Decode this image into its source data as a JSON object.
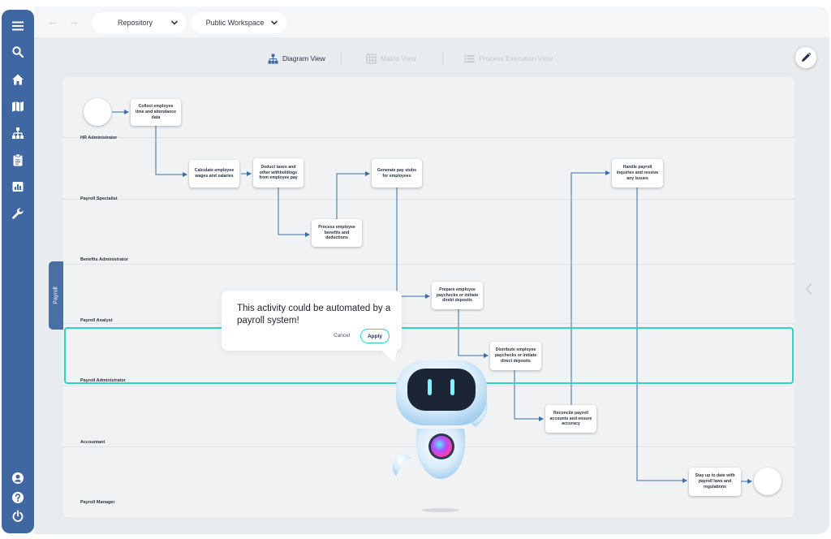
{
  "topbar": {
    "repository_label": "Repository",
    "workspace_label": "Public Workspace"
  },
  "views": {
    "diagram": "Diagram View",
    "matrix": "Matrix View",
    "process": "Process Execution View"
  },
  "group_tab": "Payroll",
  "lanes": [
    "HR Administrator",
    "Payroll Specialist",
    "Benefits Administrator",
    "Payroll Analyst",
    "Payroll Administrator",
    "Accountant",
    "Payroll Manager"
  ],
  "tasks": [
    "Collect employee time and attendance data",
    "Calculate employee wages and salaries",
    "Deduct taxes and other withholdings from employee pay",
    "Process employee benefits and deductions",
    "Generate pay stubs for employees",
    "Prepare employee paychecks or initiate direkt deposits",
    "Distribute employee paychecks or initiate direct deposits",
    "Reconcile payroll accounts and ensure accuracy",
    "Handle payroll inquiries and ressive any issues",
    "Stay up to date with payroll laws and regulations"
  ],
  "suggestion": {
    "message": "This activity could be automated by a payroll system!",
    "cancel": "Cancel",
    "apply": "Apply"
  },
  "colors": {
    "sidebar": "#3f67a1",
    "accent": "#2fd3c4",
    "flow": "#3a6ea5"
  },
  "icons": {
    "sidebar": [
      "menu-icon",
      "search-icon",
      "home-icon",
      "map-icon",
      "hierarchy-icon",
      "clipboard-icon",
      "report-icon",
      "wrench-icon",
      "user-icon",
      "help-icon",
      "power-icon"
    ]
  }
}
